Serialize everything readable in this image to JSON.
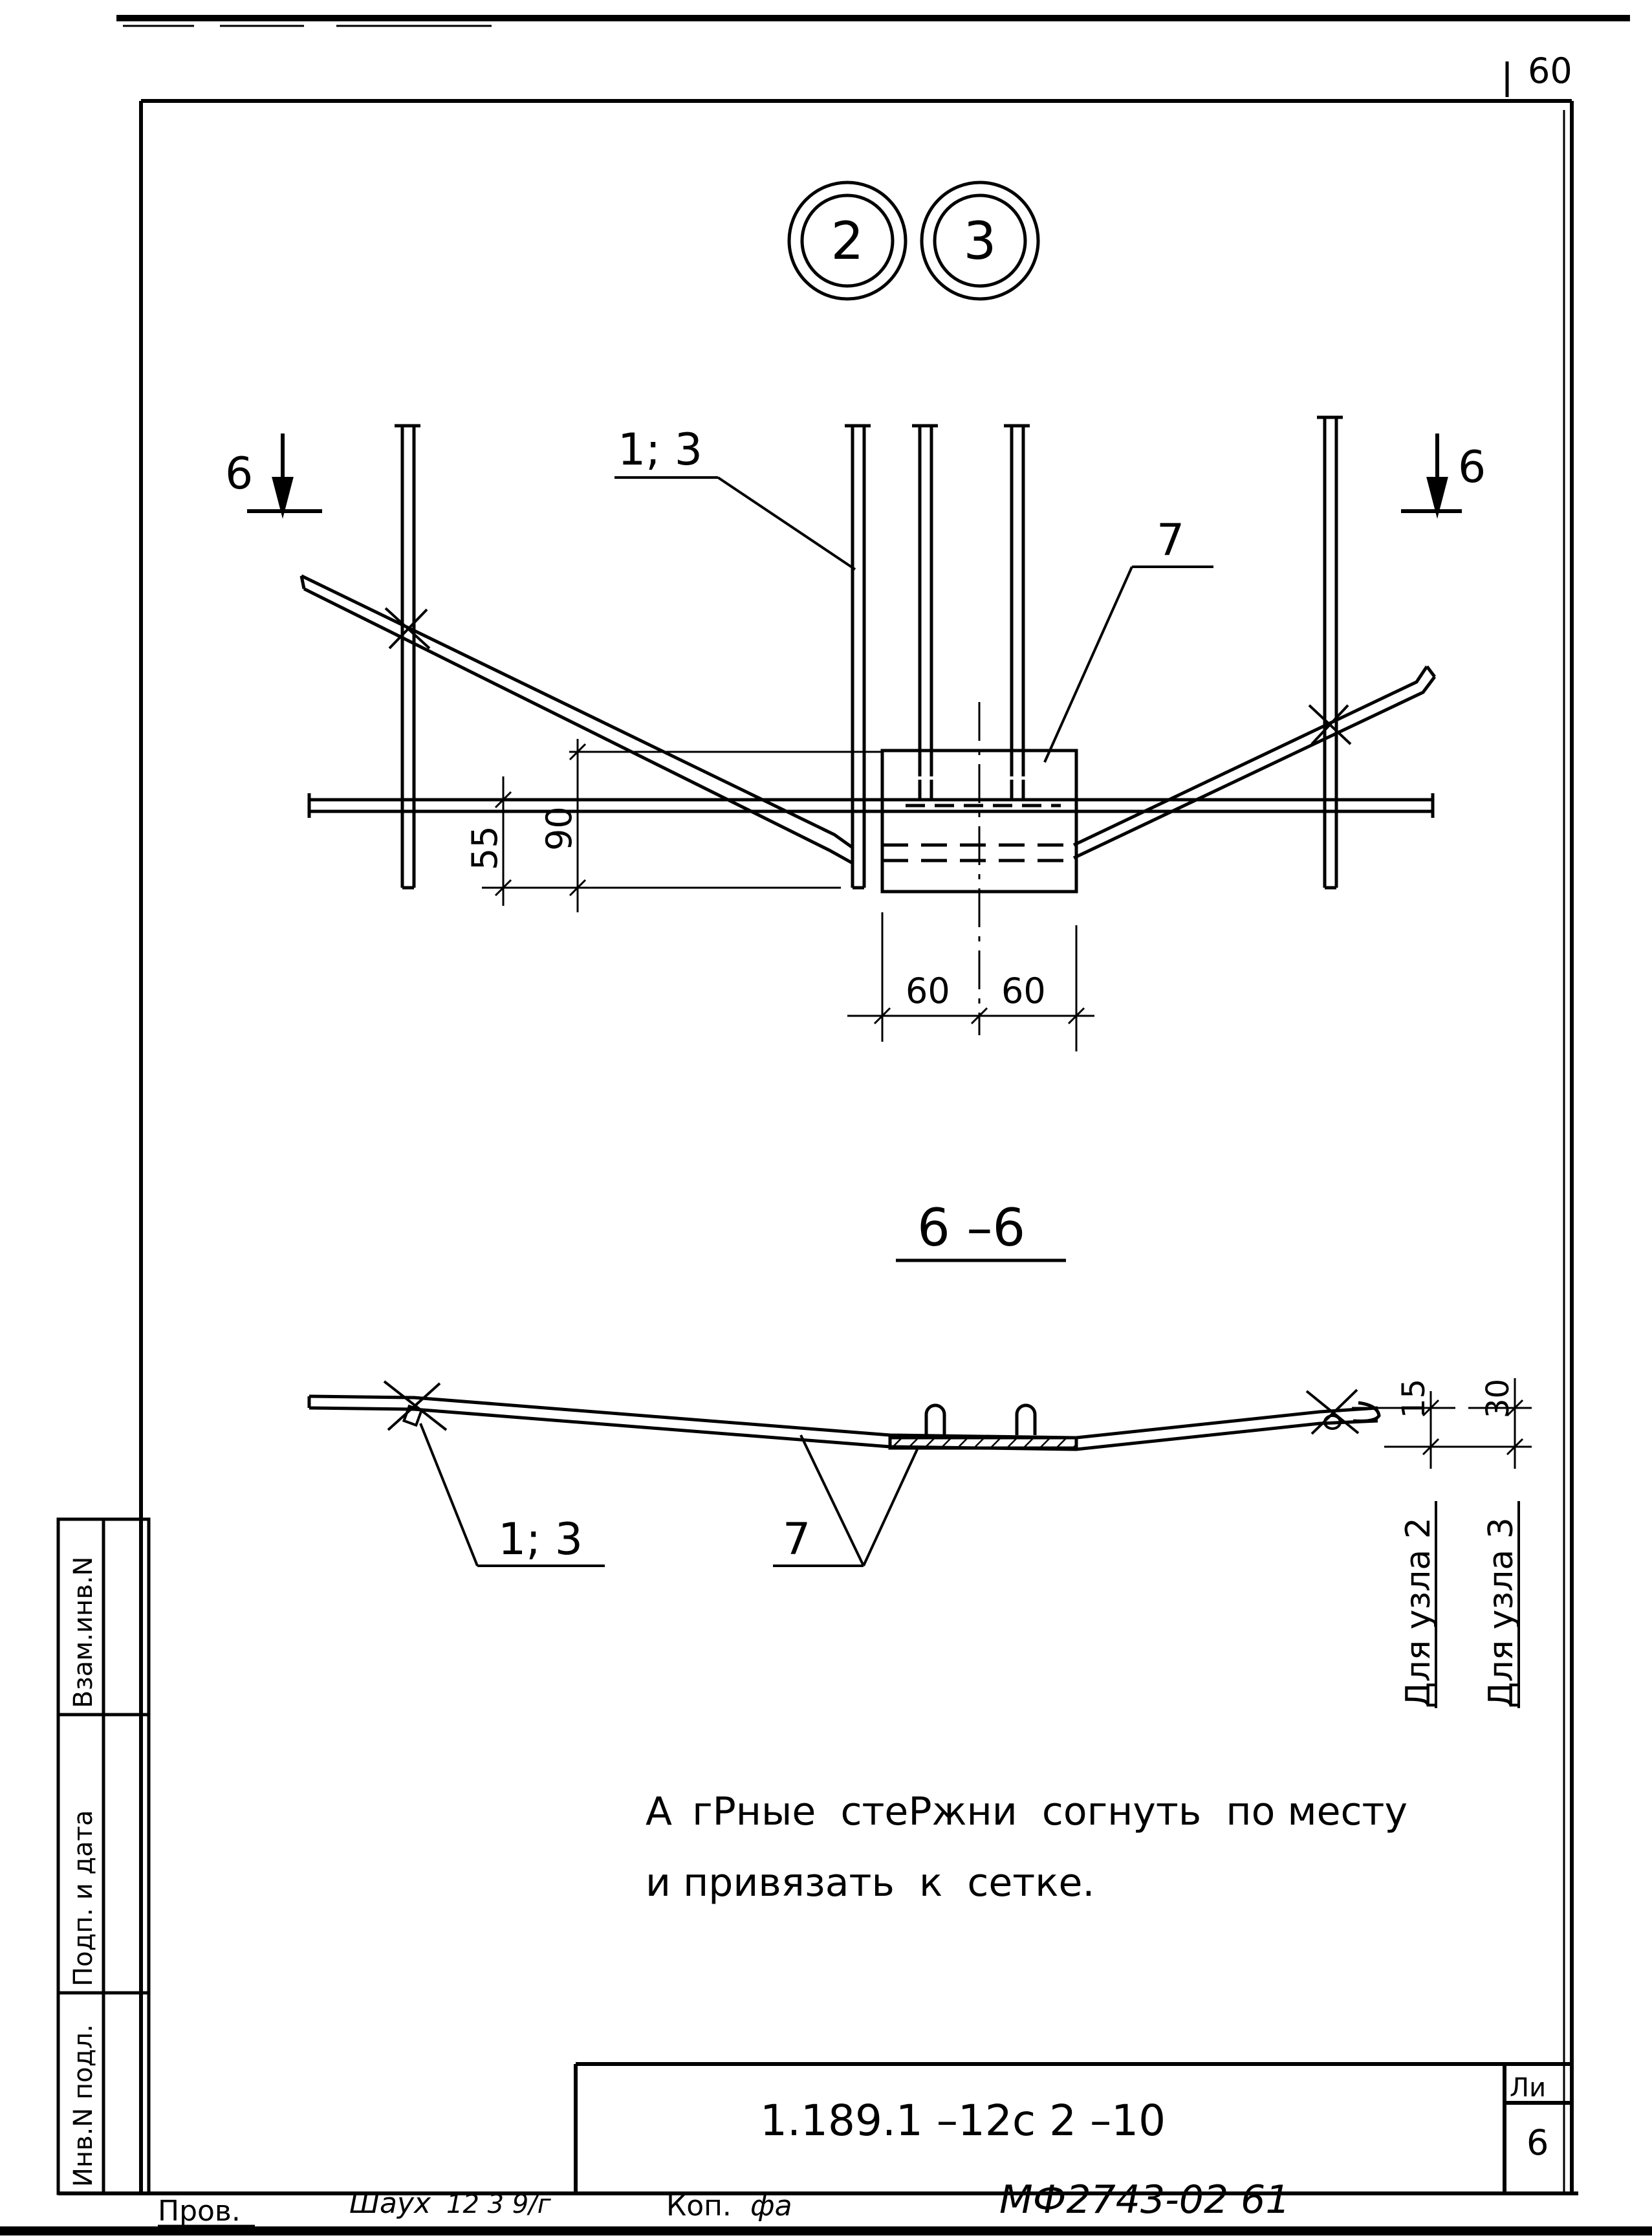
{
  "sheet": {
    "page_corner_number": "60",
    "node_markers": [
      "2",
      "3"
    ],
    "section_cut_label": "6",
    "section_title": "6 –6",
    "leader_labels": {
      "bars_top": "1; 3",
      "plate_top": "7",
      "bars_section": "1; 3",
      "plate_section": "7"
    },
    "dimensions": {
      "vertical_small": "55",
      "vertical_large": "90",
      "horizontal_left": "60",
      "horizontal_right": "60",
      "section_node2": "15",
      "section_node3": "30"
    },
    "node_notes": {
      "node2": "Для узла 2",
      "node3": "Для узла 3"
    },
    "note_lines": [
      "А  гРныe  стеРжни  согнуть  по месту",
      "и привязать  к  сетке."
    ],
    "side_stamp": {
      "row1": "Взам.инв.N",
      "row2": "Подп. и дата",
      "row3": "Инв.N подл."
    },
    "title_block": {
      "doc_code": "1.189.1 –12с 2 –10",
      "sheet_label": "Ли",
      "sheet_number": "6"
    },
    "bottom_strip": {
      "checked_label": "Пров.",
      "checker_sig": "Шаух",
      "date": "12 3 9/г",
      "copied_label": "Коп.",
      "copier_sig": "фа",
      "archive_no": "МФ2743-02 61"
    }
  }
}
